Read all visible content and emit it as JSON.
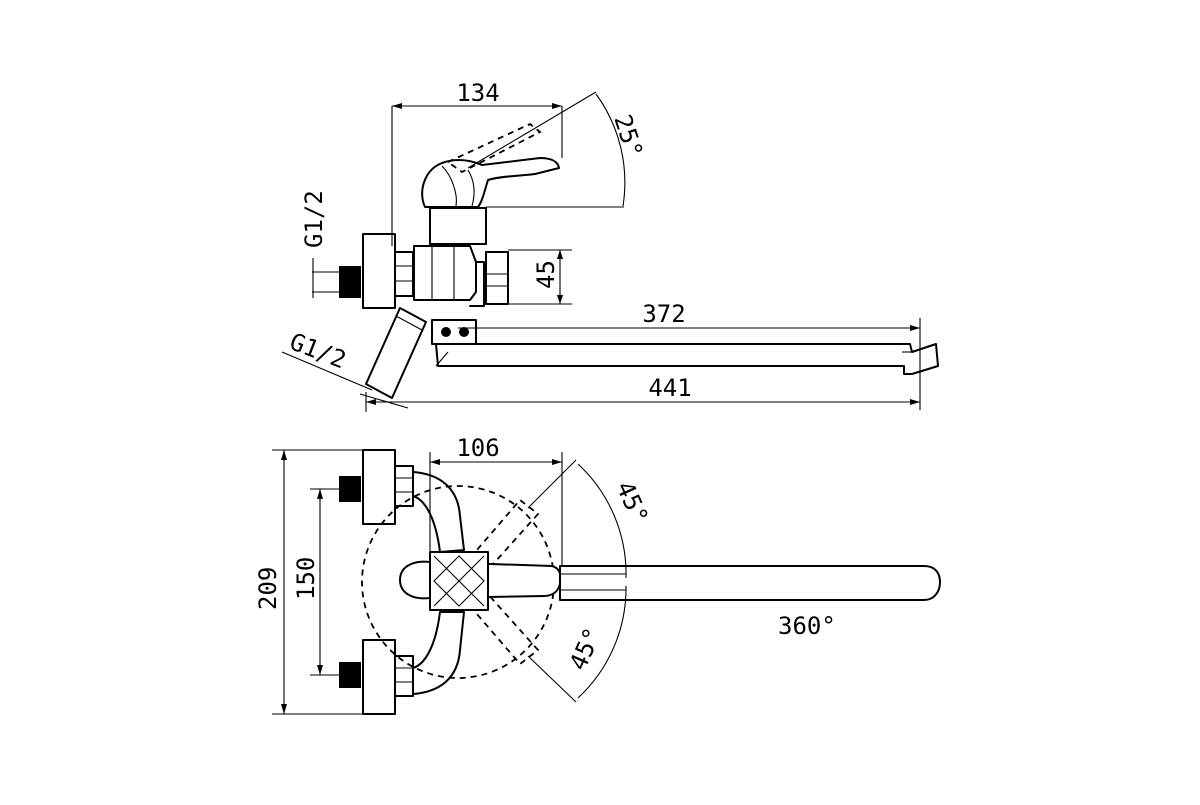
{
  "drawing": {
    "side_view": {
      "dim_handle_width": "134",
      "dim_handle_angle": "25°",
      "dim_inlet_thread": "G1/2",
      "dim_outlet_height": "45",
      "dim_spout_length": "372",
      "dim_total_length": "441",
      "dim_hose_thread": "G1/2"
    },
    "top_view": {
      "dim_lever_reach": "106",
      "dim_angle_up": "45°",
      "dim_angle_down": "45°",
      "dim_outer_width": "209",
      "dim_center_distance": "150",
      "dim_spout_rotation": "360°"
    }
  }
}
